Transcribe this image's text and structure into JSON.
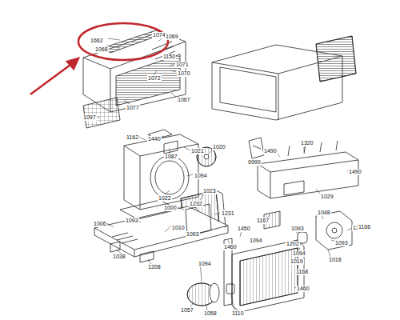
{
  "diagram": {
    "labels": [
      "1662",
      "1068",
      "1074",
      "1069",
      "1150",
      "1071",
      "1070",
      "1072",
      "1067",
      "1077",
      "1097",
      "9999",
      "1162",
      "1440",
      "1087",
      "1021",
      "1020",
      "1094",
      "1022",
      "1023",
      "1000",
      "1232",
      "1231",
      "1006",
      "1093",
      "1010",
      "1093",
      "1490",
      "1320",
      "1490",
      "1029",
      "1310",
      "1167",
      "1048",
      "1166",
      "1460",
      "1450",
      "1094",
      "1093",
      "1202",
      "1094",
      "1093",
      "1019",
      "1018",
      "1094",
      "1038",
      "1208",
      "1168",
      "1460",
      "1057",
      "1058",
      "1110"
    ]
  }
}
